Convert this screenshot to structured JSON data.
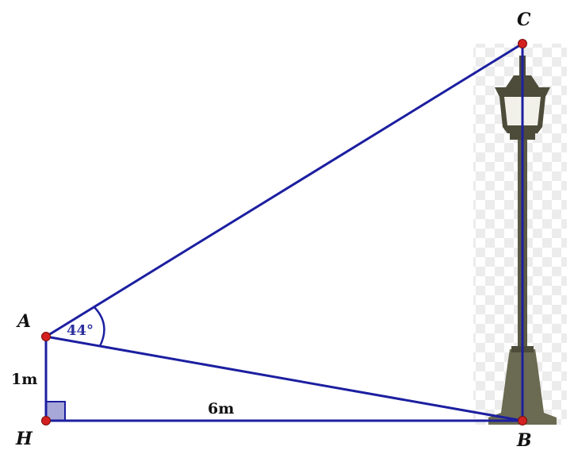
{
  "diagram": {
    "points": {
      "A": "A",
      "B": "B",
      "C": "C",
      "H": "H"
    },
    "lengths": {
      "AH": "1m",
      "HB": "6m"
    },
    "angle_CAB": "44°",
    "right_angle_at": "H",
    "line_color": "#1c1fa0",
    "point_color": "#d42020",
    "lamp_post_color": "#5a5a45"
  }
}
